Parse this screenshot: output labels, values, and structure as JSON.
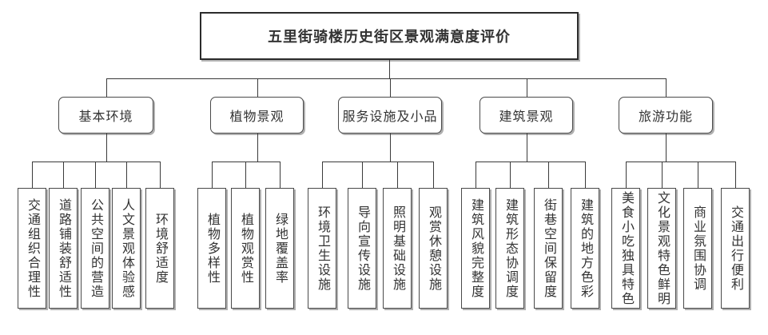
{
  "diagram": {
    "title": "五里街骑楼历史街区景观满意度评价",
    "groups": [
      {
        "label": "基本环境",
        "children": [
          "交通组织合理性",
          "道路铺装舒适性",
          "公共空间的营造",
          "人文景观体验感",
          "环境舒适度"
        ]
      },
      {
        "label": "植物景观",
        "children": [
          "植物多样性",
          "植物观赏性",
          "绿地覆盖率"
        ]
      },
      {
        "label": "服务设施及小品",
        "children": [
          "环境卫生设施",
          "导向宣传设施",
          "照明基础设施",
          "观赏休憩设施"
        ]
      },
      {
        "label": "建筑景观",
        "children": [
          "建筑风貌完整度",
          "建筑形态协调度",
          "街巷空间保留度",
          "建筑的地方色彩"
        ]
      },
      {
        "label": "旅游功能",
        "children": [
          "美食小吃独具特色",
          "文化景观特色鲜明",
          "商业氛围协调",
          "交通出行便利"
        ]
      }
    ],
    "colors": {
      "background": "#ffffff",
      "line": "#3a3a3a",
      "root_border": "#2b2b2b",
      "node_border": "#4a4a4a",
      "shadow": "#b0b0b0",
      "text": "#333333"
    }
  }
}
